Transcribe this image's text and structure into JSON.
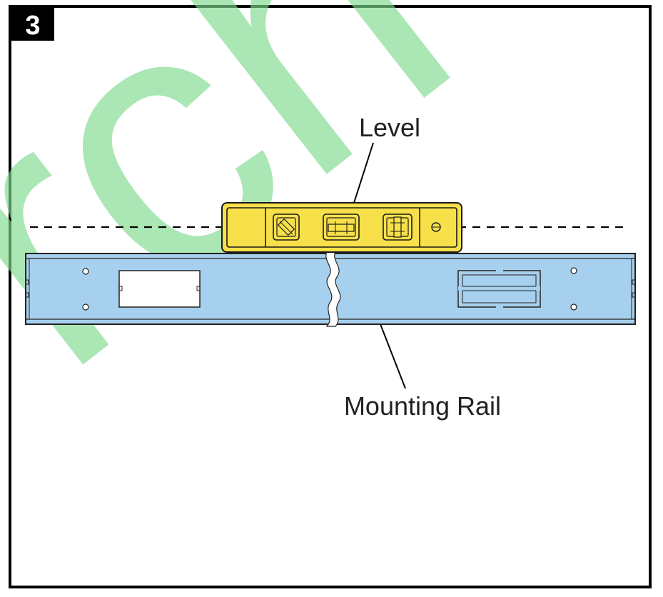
{
  "step": {
    "number": "3"
  },
  "labels": {
    "level": "Level",
    "rail": "Mounting Rail"
  },
  "watermark": {
    "text": "rch",
    "color": "#7ed88e"
  },
  "colors": {
    "frame": "#000000",
    "rail_fill": "#a7d0ee",
    "level_fill": "#f7e04a",
    "level_outline": "#1a1a1a",
    "background": "#ffffff"
  },
  "icons": [
    "level-tool-icon",
    "bubble-vial-icon",
    "reference-line"
  ]
}
